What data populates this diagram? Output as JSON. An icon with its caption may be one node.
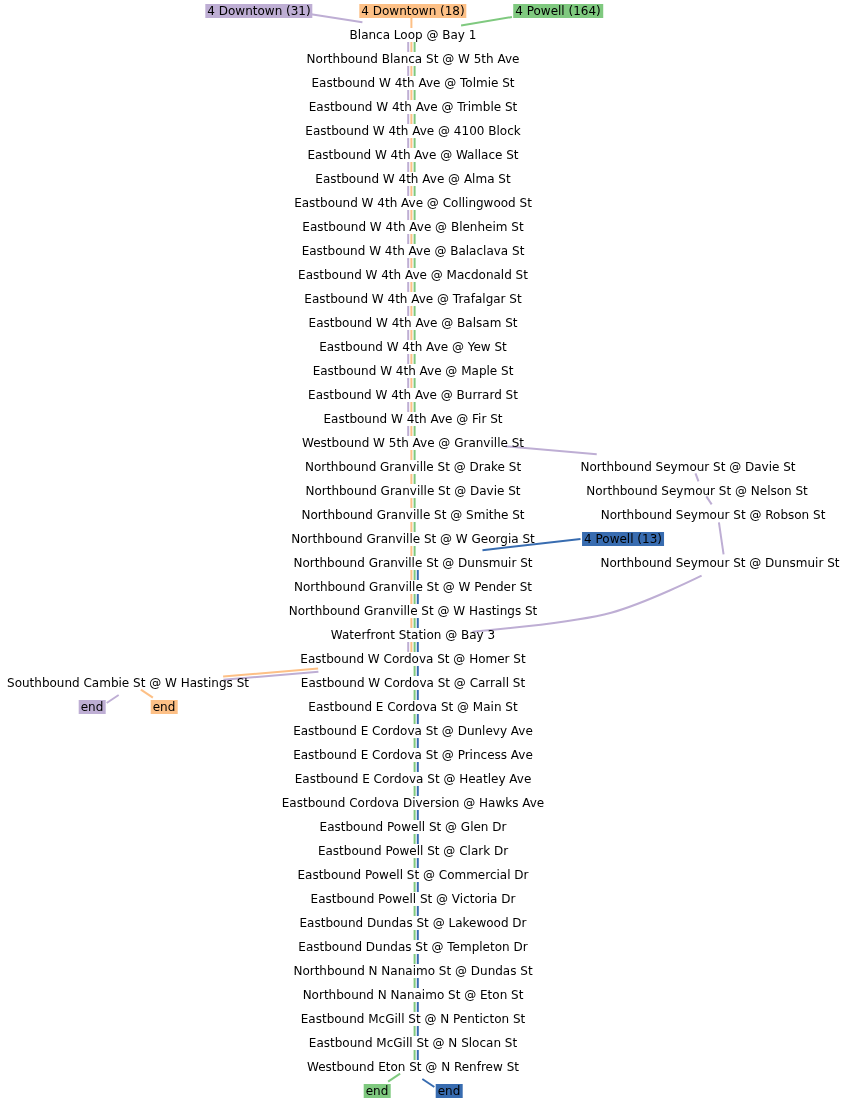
{
  "diagram": {
    "nodes": [
      {
        "text": [
          "4 Downtown (31)"
        ]
      },
      {
        "text": [
          "4 Downtown (18)"
        ]
      },
      {
        "text": [
          "4 Powell (164)"
        ]
      },
      {
        "text": [
          "Blanca Loop @ Bay 1"
        ]
      },
      {
        "text": [
          "Northbound Blanca St @ W 5th Ave"
        ]
      },
      {
        "text": [
          "Eastbound W 4th Ave @ Tolmie St"
        ]
      },
      {
        "text": [
          "Eastbound W 4th Ave @ Trimble St"
        ]
      },
      {
        "text": [
          "Eastbound W 4th Ave @ 4100 Block"
        ]
      },
      {
        "text": [
          "Eastbound W 4th Ave @ Wallace St"
        ]
      },
      {
        "text": [
          "Eastbound W 4th Ave @ Alma St"
        ]
      },
      {
        "text": [
          "Eastbound W 4th Ave @ Collingwood St"
        ]
      },
      {
        "text": [
          "Eastbound W 4th Ave @ Blenheim St"
        ]
      },
      {
        "text": [
          "Eastbound W 4th Ave @ Balaclava St"
        ]
      },
      {
        "text": [
          "Eastbound W 4th Ave @ Macdonald St"
        ]
      },
      {
        "text": [
          "Eastbound W 4th Ave @ Trafalgar St"
        ]
      },
      {
        "text": [
          "Eastbound W 4th Ave @ Balsam St"
        ]
      },
      {
        "text": [
          "Eastbound W 4th Ave @ Yew St"
        ]
      },
      {
        "text": [
          "Eastbound W 4th Ave @ Maple St"
        ]
      },
      {
        "text": [
          "Eastbound W 4th Ave @ Burrard St"
        ]
      },
      {
        "text": [
          "Eastbound W 4th Ave @ Fir St"
        ]
      },
      {
        "text": [
          "Westbound W 5th Ave @ Granville St"
        ]
      },
      {
        "text": [
          "Northbound Granville St @ Drake St"
        ]
      },
      {
        "text": [
          "Northbound Seymour St @ Davie St"
        ]
      },
      {
        "text": [
          "Northbound Granville St @ Davie St"
        ]
      },
      {
        "text": [
          "Northbound Seymour St @ Nelson St"
        ]
      },
      {
        "text": [
          "Northbound Granville St @ Smithe St"
        ]
      },
      {
        "text": [
          "Northbound Seymour St @ Robson St"
        ]
      },
      {
        "text": [
          "Northbound Granville St @ W Georgia St"
        ]
      },
      {
        "text": [
          "4 Powell (13)"
        ]
      },
      {
        "text": [
          "Northbound Granville St @ Dunsmuir St"
        ]
      },
      {
        "text": [
          "Northbound Seymour St @ Dunsmuir St"
        ]
      },
      {
        "text": [
          "Northbound Granville St @ W Pender St"
        ]
      },
      {
        "text": [
          "Northbound Granville St @ W Hastings St"
        ]
      },
      {
        "text": [
          "Waterfront Station @ Bay 3"
        ]
      },
      {
        "text": [
          "Eastbound W Cordova St @ Homer St"
        ]
      },
      {
        "text": [
          "Southbound Cambie St @ W Hastings St"
        ]
      },
      {
        "text": [
          "Eastbound W Cordova St @ Carrall St"
        ]
      },
      {
        "text": [
          "end"
        ]
      },
      {
        "text": [
          "end"
        ]
      },
      {
        "text": [
          "Eastbound E Cordova St @ Main St"
        ]
      },
      {
        "text": [
          "Eastbound E Cordova St @ Dunlevy Ave"
        ]
      },
      {
        "text": [
          "Eastbound E Cordova St @ Princess Ave"
        ]
      },
      {
        "text": [
          "Eastbound E Cordova St @ Heatley Ave"
        ]
      },
      {
        "text": [
          "Eastbound Cordova Diversion @ Hawks Ave"
        ]
      },
      {
        "text": [
          "Eastbound Powell St @ Glen Dr"
        ]
      },
      {
        "text": [
          "Eastbound Powell St @ Clark Dr"
        ]
      },
      {
        "text": [
          "Eastbound Powell St @ Commercial Dr"
        ]
      },
      {
        "text": [
          "Eastbound Powell St @ Victoria Dr"
        ]
      },
      {
        "text": [
          "Eastbound Dundas St @ Lakewood Dr"
        ]
      },
      {
        "text": [
          "Eastbound Dundas St @ Templeton Dr"
        ]
      },
      {
        "text": [
          "Northbound N Nanaimo St @ Dundas St"
        ]
      },
      {
        "text": [
          "Northbound N Nanaimo St @ Eton St"
        ]
      },
      {
        "text": [
          "Eastbound McGill St @ N Penticton St"
        ]
      },
      {
        "text": [
          "Eastbound McGill St @ N Slocan St"
        ]
      },
      {
        "text": [
          "Westbound Eton St @ N Renfrew St"
        ]
      },
      {
        "text": [
          "end"
        ]
      },
      {
        "text": [
          "end"
        ]
      }
    ],
    "edges": [
      {
        "from": 0,
        "to": 3,
        "arrow": "none",
        "color": "#beaed4"
      },
      {
        "from": 3,
        "to": 4,
        "arrow": "none",
        "color": "#beaed4"
      },
      {
        "from": 4,
        "to": 5,
        "arrow": "none",
        "color": "#beaed4"
      },
      {
        "from": 5,
        "to": 6,
        "arrow": "none",
        "color": "#beaed4"
      },
      {
        "from": 6,
        "to": 7,
        "arrow": "none",
        "color": "#beaed4"
      },
      {
        "from": 7,
        "to": 8,
        "arrow": "none",
        "color": "#beaed4"
      },
      {
        "from": 8,
        "to": 9,
        "arrow": "none",
        "color": "#beaed4"
      },
      {
        "from": 9,
        "to": 10,
        "arrow": "none",
        "color": "#beaed4"
      },
      {
        "from": 10,
        "to": 11,
        "arrow": "none",
        "color": "#beaed4"
      },
      {
        "from": 11,
        "to": 12,
        "arrow": "none",
        "color": "#beaed4"
      },
      {
        "from": 12,
        "to": 13,
        "arrow": "none",
        "color": "#beaed4"
      },
      {
        "from": 13,
        "to": 14,
        "arrow": "none",
        "color": "#beaed4"
      },
      {
        "from": 14,
        "to": 15,
        "arrow": "none",
        "color": "#beaed4"
      },
      {
        "from": 15,
        "to": 16,
        "arrow": "none",
        "color": "#beaed4"
      },
      {
        "from": 16,
        "to": 17,
        "arrow": "none",
        "color": "#beaed4"
      },
      {
        "from": 17,
        "to": 18,
        "arrow": "none",
        "color": "#beaed4"
      },
      {
        "from": 18,
        "to": 19,
        "arrow": "none",
        "color": "#beaed4"
      },
      {
        "from": 19,
        "to": 20,
        "arrow": "none",
        "color": "#beaed4"
      },
      {
        "from": 20,
        "to": 22,
        "arrow": "none",
        "color": "#beaed4"
      },
      {
        "from": 22,
        "to": 24,
        "arrow": "none",
        "color": "#beaed4"
      },
      {
        "from": 24,
        "to": 26,
        "arrow": "none",
        "color": "#beaed4"
      },
      {
        "from": 26,
        "to": 30,
        "arrow": "none",
        "color": "#beaed4"
      },
      {
        "from": 30,
        "to": 33,
        "arrow": "none",
        "color": "#beaed4"
      },
      {
        "from": 33,
        "to": 34,
        "arrow": "none",
        "color": "#beaed4"
      },
      {
        "from": 34,
        "to": 35,
        "arrow": "none",
        "color": "#beaed4"
      },
      {
        "from": 35,
        "to": 37,
        "arrow": "none",
        "color": "#beaed4"
      },
      {
        "from": 1,
        "to": 3,
        "arrow": "none",
        "color": "#fdc086"
      },
      {
        "from": 3,
        "to": 4,
        "arrow": "none",
        "color": "#fdc086"
      },
      {
        "from": 4,
        "to": 5,
        "arrow": "none",
        "color": "#fdc086"
      },
      {
        "from": 5,
        "to": 6,
        "arrow": "none",
        "color": "#fdc086"
      },
      {
        "from": 6,
        "to": 7,
        "arrow": "none",
        "color": "#fdc086"
      },
      {
        "from": 7,
        "to": 8,
        "arrow": "none",
        "color": "#fdc086"
      },
      {
        "from": 8,
        "to": 9,
        "arrow": "none",
        "color": "#fdc086"
      },
      {
        "from": 9,
        "to": 10,
        "arrow": "none",
        "color": "#fdc086"
      },
      {
        "from": 10,
        "to": 11,
        "arrow": "none",
        "color": "#fdc086"
      },
      {
        "from": 11,
        "to": 12,
        "arrow": "none",
        "color": "#fdc086"
      },
      {
        "from": 12,
        "to": 13,
        "arrow": "none",
        "color": "#fdc086"
      },
      {
        "from": 13,
        "to": 14,
        "arrow": "none",
        "color": "#fdc086"
      },
      {
        "from": 14,
        "to": 15,
        "arrow": "none",
        "color": "#fdc086"
      },
      {
        "from": 15,
        "to": 16,
        "arrow": "none",
        "color": "#fdc086"
      },
      {
        "from": 16,
        "to": 17,
        "arrow": "none",
        "color": "#fdc086"
      },
      {
        "from": 17,
        "to": 18,
        "arrow": "none",
        "color": "#fdc086"
      },
      {
        "from": 18,
        "to": 19,
        "arrow": "none",
        "color": "#fdc086"
      },
      {
        "from": 19,
        "to": 20,
        "arrow": "none",
        "color": "#fdc086"
      },
      {
        "from": 20,
        "to": 21,
        "arrow": "none",
        "color": "#fdc086"
      },
      {
        "from": 21,
        "to": 23,
        "arrow": "none",
        "color": "#fdc086"
      },
      {
        "from": 23,
        "to": 25,
        "arrow": "none",
        "color": "#fdc086"
      },
      {
        "from": 25,
        "to": 27,
        "arrow": "none",
        "color": "#fdc086"
      },
      {
        "from": 27,
        "to": 29,
        "arrow": "none",
        "color": "#fdc086"
      },
      {
        "from": 29,
        "to": 31,
        "arrow": "none",
        "color": "#fdc086"
      },
      {
        "from": 31,
        "to": 32,
        "arrow": "none",
        "color": "#fdc086"
      },
      {
        "from": 32,
        "to": 33,
        "arrow": "none",
        "color": "#fdc086"
      },
      {
        "from": 33,
        "to": 34,
        "arrow": "none",
        "color": "#fdc086"
      },
      {
        "from": 34,
        "to": 35,
        "arrow": "none",
        "color": "#fdc086"
      },
      {
        "from": 35,
        "to": 38,
        "arrow": "none",
        "color": "#fdc086"
      },
      {
        "from": 2,
        "to": 3,
        "arrow": "none",
        "color": "#7fc97f"
      },
      {
        "from": 3,
        "to": 4,
        "arrow": "none",
        "color": "#7fc97f"
      },
      {
        "from": 4,
        "to": 5,
        "arrow": "none",
        "color": "#7fc97f"
      },
      {
        "from": 5,
        "to": 6,
        "arrow": "none",
        "color": "#7fc97f"
      },
      {
        "from": 6,
        "to": 7,
        "arrow": "none",
        "color": "#7fc97f"
      },
      {
        "from": 7,
        "to": 8,
        "arrow": "none",
        "color": "#7fc97f"
      },
      {
        "from": 8,
        "to": 9,
        "arrow": "none",
        "color": "#7fc97f"
      },
      {
        "from": 9,
        "to": 10,
        "arrow": "none",
        "color": "#7fc97f"
      },
      {
        "from": 10,
        "to": 11,
        "arrow": "none",
        "color": "#7fc97f"
      },
      {
        "from": 11,
        "to": 12,
        "arrow": "none",
        "color": "#7fc97f"
      },
      {
        "from": 12,
        "to": 13,
        "arrow": "none",
        "color": "#7fc97f"
      },
      {
        "from": 13,
        "to": 14,
        "arrow": "none",
        "color": "#7fc97f"
      },
      {
        "from": 14,
        "to": 15,
        "arrow": "none",
        "color": "#7fc97f"
      },
      {
        "from": 15,
        "to": 16,
        "arrow": "none",
        "color": "#7fc97f"
      },
      {
        "from": 16,
        "to": 17,
        "arrow": "none",
        "color": "#7fc97f"
      },
      {
        "from": 17,
        "to": 18,
        "arrow": "none",
        "color": "#7fc97f"
      },
      {
        "from": 18,
        "to": 19,
        "arrow": "none",
        "color": "#7fc97f"
      },
      {
        "from": 19,
        "to": 20,
        "arrow": "none",
        "color": "#7fc97f"
      },
      {
        "from": 20,
        "to": 21,
        "arrow": "none",
        "color": "#7fc97f"
      },
      {
        "from": 21,
        "to": 23,
        "arrow": "none",
        "color": "#7fc97f"
      },
      {
        "from": 23,
        "to": 25,
        "arrow": "none",
        "color": "#7fc97f"
      },
      {
        "from": 25,
        "to": 27,
        "arrow": "none",
        "color": "#7fc97f"
      },
      {
        "from": 27,
        "to": 29,
        "arrow": "none",
        "color": "#7fc97f"
      },
      {
        "from": 29,
        "to": 31,
        "arrow": "none",
        "color": "#7fc97f"
      },
      {
        "from": 31,
        "to": 32,
        "arrow": "none",
        "color": "#7fc97f"
      },
      {
        "from": 32,
        "to": 33,
        "arrow": "none",
        "color": "#7fc97f"
      },
      {
        "from": 33,
        "to": 34,
        "arrow": "none",
        "color": "#7fc97f"
      },
      {
        "from": 34,
        "to": 36,
        "arrow": "none",
        "color": "#7fc97f"
      },
      {
        "from": 36,
        "to": 39,
        "arrow": "none",
        "color": "#7fc97f"
      },
      {
        "from": 39,
        "to": 40,
        "arrow": "none",
        "color": "#7fc97f"
      },
      {
        "from": 40,
        "to": 41,
        "arrow": "none",
        "color": "#7fc97f"
      },
      {
        "from": 41,
        "to": 42,
        "arrow": "none",
        "color": "#7fc97f"
      },
      {
        "from": 42,
        "to": 43,
        "arrow": "none",
        "color": "#7fc97f"
      },
      {
        "from": 43,
        "to": 44,
        "arrow": "none",
        "color": "#7fc97f"
      },
      {
        "from": 44,
        "to": 45,
        "arrow": "none",
        "color": "#7fc97f"
      },
      {
        "from": 45,
        "to": 46,
        "arrow": "none",
        "color": "#7fc97f"
      },
      {
        "from": 46,
        "to": 47,
        "arrow": "none",
        "color": "#7fc97f"
      },
      {
        "from": 47,
        "to": 48,
        "arrow": "none",
        "color": "#7fc97f"
      },
      {
        "from": 48,
        "to": 49,
        "arrow": "none",
        "color": "#7fc97f"
      },
      {
        "from": 49,
        "to": 50,
        "arrow": "none",
        "color": "#7fc97f"
      },
      {
        "from": 50,
        "to": 51,
        "arrow": "none",
        "color": "#7fc97f"
      },
      {
        "from": 51,
        "to": 52,
        "arrow": "none",
        "color": "#7fc97f"
      },
      {
        "from": 52,
        "to": 53,
        "arrow": "none",
        "color": "#7fc97f"
      },
      {
        "from": 53,
        "to": 54,
        "arrow": "none",
        "color": "#7fc97f"
      },
      {
        "from": 54,
        "to": 55,
        "arrow": "none",
        "color": "#7fc97f"
      },
      {
        "from": 28,
        "to": 29,
        "arrow": "none",
        "color": "#386cb0"
      },
      {
        "from": 29,
        "to": 31,
        "arrow": "none",
        "color": "#386cb0"
      },
      {
        "from": 31,
        "to": 32,
        "arrow": "none",
        "color": "#386cb0"
      },
      {
        "from": 32,
        "to": 33,
        "arrow": "none",
        "color": "#386cb0"
      },
      {
        "from": 33,
        "to": 34,
        "arrow": "none",
        "color": "#386cb0"
      },
      {
        "from": 34,
        "to": 36,
        "arrow": "none",
        "color": "#386cb0"
      },
      {
        "from": 36,
        "to": 39,
        "arrow": "none",
        "color": "#386cb0"
      },
      {
        "from": 39,
        "to": 40,
        "arrow": "none",
        "color": "#386cb0"
      },
      {
        "from": 40,
        "to": 41,
        "arrow": "none",
        "color": "#386cb0"
      },
      {
        "from": 41,
        "to": 42,
        "arrow": "none",
        "color": "#386cb0"
      },
      {
        "from": 42,
        "to": 43,
        "arrow": "none",
        "color": "#386cb0"
      },
      {
        "from": 43,
        "to": 44,
        "arrow": "none",
        "color": "#386cb0"
      },
      {
        "from": 44,
        "to": 45,
        "arrow": "none",
        "color": "#386cb0"
      },
      {
        "from": 45,
        "to": 46,
        "arrow": "none",
        "color": "#386cb0"
      },
      {
        "from": 46,
        "to": 47,
        "arrow": "none",
        "color": "#386cb0"
      },
      {
        "from": 47,
        "to": 48,
        "arrow": "none",
        "color": "#386cb0"
      },
      {
        "from": 48,
        "to": 49,
        "arrow": "none",
        "color": "#386cb0"
      },
      {
        "from": 49,
        "to": 50,
        "arrow": "none",
        "color": "#386cb0"
      },
      {
        "from": 50,
        "to": 51,
        "arrow": "none",
        "color": "#386cb0"
      },
      {
        "from": 51,
        "to": 52,
        "arrow": "none",
        "color": "#386cb0"
      },
      {
        "from": 52,
        "to": 53,
        "arrow": "none",
        "color": "#386cb0"
      },
      {
        "from": 53,
        "to": 54,
        "arrow": "none",
        "color": "#386cb0"
      },
      {
        "from": 54,
        "to": 56,
        "arrow": "none",
        "color": "#386cb0"
      }
    ]
  }
}
